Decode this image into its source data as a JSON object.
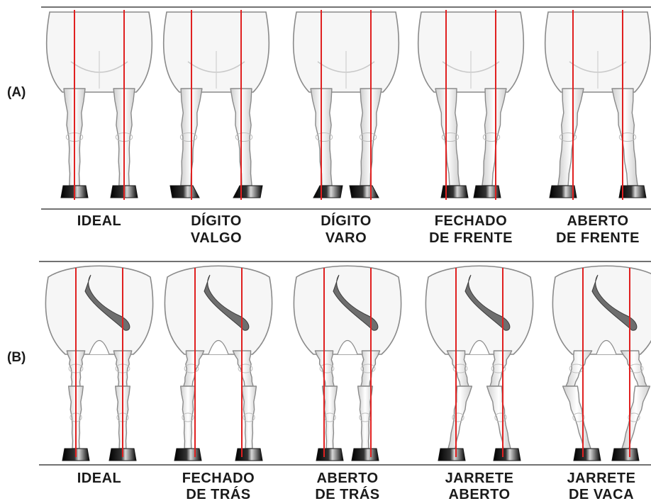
{
  "rows": [
    {
      "label": "(A)",
      "view": "front",
      "captions": [
        {
          "lines": [
            "IDEAL"
          ]
        },
        {
          "lines": [
            "DÍGITO",
            "VALGO"
          ]
        },
        {
          "lines": [
            "DÍGITO",
            "VARO"
          ]
        },
        {
          "lines": [
            "FECHADO",
            "DE FRENTE"
          ]
        },
        {
          "lines": [
            "ABERTO",
            "DE FRENTE"
          ]
        }
      ]
    },
    {
      "label": "(B)",
      "view": "rear",
      "captions": [
        {
          "lines": [
            "IDEAL"
          ]
        },
        {
          "lines": [
            "FECHADO",
            "DE TRÁS"
          ]
        },
        {
          "lines": [
            "ABERTO",
            "DE TRÁS"
          ]
        },
        {
          "lines": [
            "JARRETE",
            "ABERTO"
          ]
        },
        {
          "lines": [
            "JARRETE",
            "DE VACA"
          ]
        }
      ]
    }
  ],
  "colors": {
    "reference_line": "#e02020",
    "outline": "#8a8a8a",
    "body_fill": "#f6f6f6",
    "hoof": "#151515",
    "tail": "#6e6e6e",
    "text": "#1a1a1a",
    "rule": "#444444"
  }
}
